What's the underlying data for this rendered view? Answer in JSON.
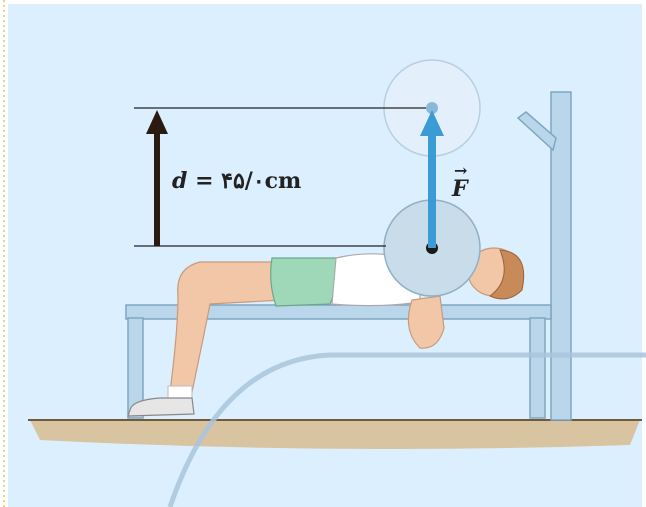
{
  "labels": {
    "distance_var": "d",
    "distance_eq": "=",
    "distance_value": "۴۵/۰cm",
    "force_var": "F",
    "force_arrow": "→"
  },
  "colors": {
    "panel_bg": "#dcefff",
    "arrow": "#3a9bd5",
    "plate": "#c9dcea",
    "bench": "#b9d6ea",
    "floor": "#d8c4a0"
  }
}
